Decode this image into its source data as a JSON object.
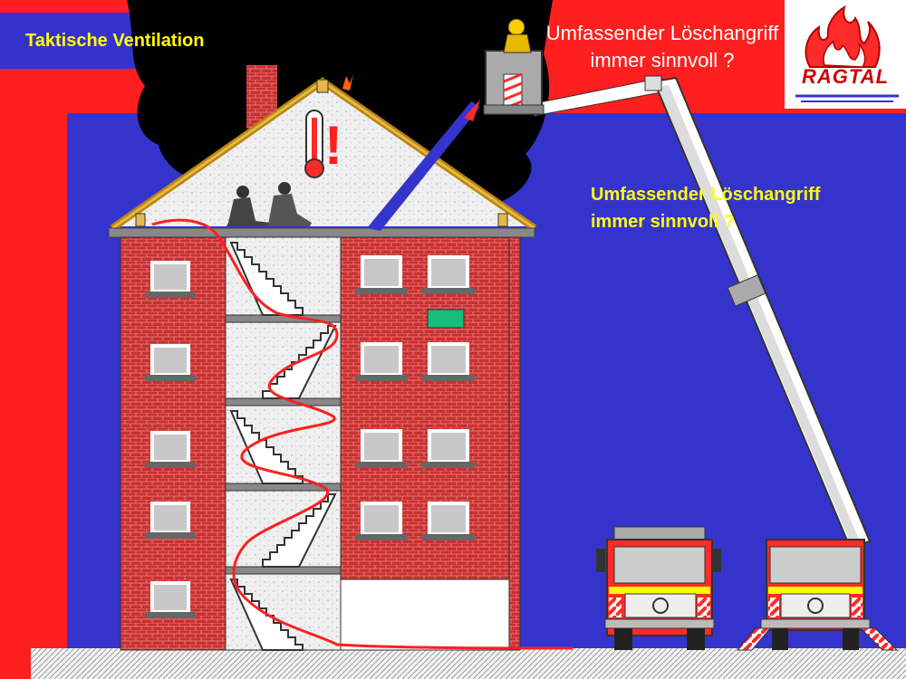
{
  "header": {
    "title": "Taktische Ventilation"
  },
  "callouts": {
    "question_white_line1": "Umfassender Löschangriff",
    "question_white_line2": "immer sinnvoll ?",
    "question_yellow_line1": "Umfassender Löschangriff",
    "question_yellow_line2": "immer sinnvoll ?",
    "warning_mark": "!"
  },
  "logo": {
    "text": "RAGTAL"
  },
  "colors": {
    "background_red": "#ff1f1f",
    "panel_blue": "#3434cc",
    "smoke_black": "#000000",
    "brick_red": "#cc3333",
    "title_yellow": "#ffff00"
  },
  "icons": [
    "thermometer-icon",
    "firefighter-icon",
    "fire-truck-icon",
    "flame-logo-icon"
  ]
}
